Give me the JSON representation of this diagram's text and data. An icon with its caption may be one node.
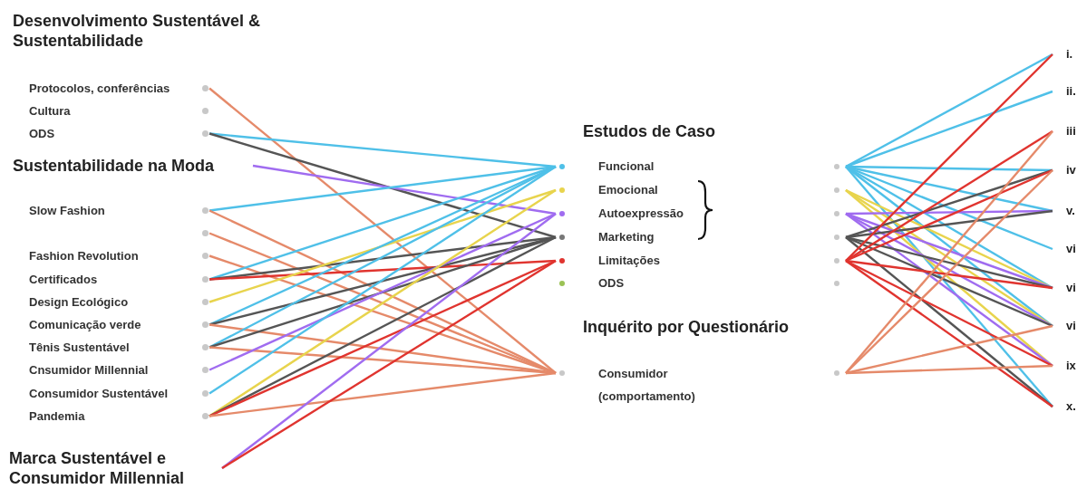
{
  "diagram": {
    "nodes": [
      {
        "text": [],
        "shape": "circle"
      },
      {
        "text": [],
        "shape": "circle"
      },
      {
        "text": [],
        "shape": "circle"
      },
      {
        "text": [
          "Sustentabilidade na Moda"
        ]
      },
      {
        "text": [],
        "shape": "circle"
      },
      {
        "text": [],
        "shape": "circle"
      },
      {
        "text": [],
        "shape": "circle"
      },
      {
        "text": [],
        "shape": "circle"
      },
      {
        "text": [],
        "shape": "circle"
      },
      {
        "text": [],
        "shape": "circle"
      },
      {
        "text": [],
        "shape": "circle"
      },
      {
        "text": [],
        "shape": "circle"
      },
      {
        "text": [],
        "shape": "circle"
      },
      {
        "text": [],
        "shape": "circle"
      },
      {
        "text": [
          "Marca Sustentável e Consumidor Millennial"
        ]
      },
      {
        "text": [
          "Funcional"
        ]
      },
      {
        "text": [
          "Emocional"
        ]
      },
      {
        "text": [
          "Autoexpressão"
        ]
      },
      {
        "text": [
          "Marketing"
        ]
      },
      {
        "text": [
          "Limitações"
        ]
      },
      {
        "text": [
          "ODS"
        ]
      },
      {
        "text": [
          "Consumidor (comportamento)"
        ]
      },
      {
        "text": [
          "i."
        ]
      },
      {
        "text": [
          "ii."
        ]
      },
      {
        "text": [
          "iii"
        ]
      },
      {
        "text": [
          "iv"
        ]
      },
      {
        "text": [
          "v."
        ]
      },
      {
        "text": [
          "vi"
        ]
      },
      {
        "text": [
          "vi"
        ]
      },
      {
        "text": [
          "vi"
        ]
      },
      {
        "text": [
          "ix"
        ]
      },
      {
        "text": [
          "x."
        ]
      }
    ],
    "edges": [
      {
        "from": 0,
        "to": 21,
        "arrow": "none",
        "color": "#e58a6a"
      },
      {
        "from": 2,
        "to": 15,
        "arrow": "none",
        "color": "#4fc0e8"
      },
      {
        "from": 2,
        "to": 18,
        "arrow": "none",
        "color": "#555555"
      },
      {
        "from": 3,
        "to": 17,
        "arrow": "none",
        "color": "#a06cf0"
      },
      {
        "from": 4,
        "to": 15,
        "arrow": "none",
        "color": "#4fc0e8"
      },
      {
        "from": 4,
        "to": 21,
        "arrow": "none",
        "color": "#e58a6a"
      },
      {
        "from": 5,
        "to": 21,
        "arrow": "none",
        "color": "#e58a6a"
      },
      {
        "from": 6,
        "to": 21,
        "arrow": "none",
        "color": "#e58a6a"
      },
      {
        "from": 7,
        "to": 15,
        "arrow": "none",
        "color": "#4fc0e8"
      },
      {
        "from": 7,
        "to": 18,
        "arrow": "none",
        "color": "#555555"
      },
      {
        "from": 7,
        "to": 19,
        "arrow": "none",
        "color": "#e0342f"
      },
      {
        "from": 8,
        "to": 16,
        "arrow": "none",
        "color": "#e8d44d"
      },
      {
        "from": 9,
        "to": 15,
        "arrow": "none",
        "color": "#4fc0e8"
      },
      {
        "from": 9,
        "to": 18,
        "arrow": "none",
        "color": "#555555"
      },
      {
        "from": 9,
        "to": 21,
        "arrow": "none",
        "color": "#e58a6a"
      },
      {
        "from": 10,
        "to": 15,
        "arrow": "none",
        "color": "#4fc0e8"
      },
      {
        "from": 10,
        "to": 18,
        "arrow": "none",
        "color": "#555555"
      },
      {
        "from": 10,
        "to": 21,
        "arrow": "none",
        "color": "#e58a6a"
      },
      {
        "from": 11,
        "to": 17,
        "arrow": "none",
        "color": "#a06cf0"
      },
      {
        "from": 12,
        "to": 15,
        "arrow": "none",
        "color": "#4fc0e8"
      },
      {
        "from": 13,
        "to": 16,
        "arrow": "none",
        "color": "#e8d44d"
      },
      {
        "from": 13,
        "to": 18,
        "arrow": "none",
        "color": "#555555"
      },
      {
        "from": 13,
        "to": 19,
        "arrow": "none",
        "color": "#e0342f"
      },
      {
        "from": 13,
        "to": 21,
        "arrow": "none",
        "color": "#e58a6a"
      },
      {
        "from": 14,
        "to": 17,
        "arrow": "none",
        "color": "#a06cf0"
      },
      {
        "from": 14,
        "to": 19,
        "arrow": "none",
        "color": "#e0342f"
      },
      {
        "from": 15,
        "to": 22,
        "arrow": "none",
        "color": "#4fc0e8"
      },
      {
        "from": 15,
        "to": 23,
        "arrow": "none",
        "color": "#4fc0e8"
      },
      {
        "from": 15,
        "to": 25,
        "arrow": "none",
        "color": "#4fc0e8"
      },
      {
        "from": 15,
        "to": 26,
        "arrow": "none",
        "color": "#4fc0e8"
      },
      {
        "from": 15,
        "to": 27,
        "arrow": "none",
        "color": "#4fc0e8"
      },
      {
        "from": 15,
        "to": 28,
        "arrow": "none",
        "color": "#4fc0e8"
      },
      {
        "from": 15,
        "to": 29,
        "arrow": "none",
        "color": "#4fc0e8"
      },
      {
        "from": 15,
        "to": 31,
        "arrow": "none",
        "color": "#4fc0e8"
      },
      {
        "from": 16,
        "to": 28,
        "arrow": "none",
        "color": "#e8d44d"
      },
      {
        "from": 16,
        "to": 29,
        "arrow": "none",
        "color": "#e8d44d"
      },
      {
        "from": 16,
        "to": 30,
        "arrow": "none",
        "color": "#e8d44d"
      },
      {
        "from": 17,
        "to": 26,
        "arrow": "none",
        "color": "#a06cf0"
      },
      {
        "from": 17,
        "to": 28,
        "arrow": "none",
        "color": "#a06cf0"
      },
      {
        "from": 17,
        "to": 29,
        "arrow": "none",
        "color": "#a06cf0"
      },
      {
        "from": 17,
        "to": 30,
        "arrow": "none",
        "color": "#a06cf0"
      },
      {
        "from": 18,
        "to": 25,
        "arrow": "none",
        "color": "#555555"
      },
      {
        "from": 18,
        "to": 26,
        "arrow": "none",
        "color": "#555555"
      },
      {
        "from": 18,
        "to": 28,
        "arrow": "none",
        "color": "#555555"
      },
      {
        "from": 18,
        "to": 29,
        "arrow": "none",
        "color": "#555555"
      },
      {
        "from": 18,
        "to": 31,
        "arrow": "none",
        "color": "#555555"
      },
      {
        "from": 19,
        "to": 22,
        "arrow": "none",
        "color": "#e0342f"
      },
      {
        "from": 19,
        "to": 24,
        "arrow": "none",
        "color": "#e0342f"
      },
      {
        "from": 19,
        "to": 25,
        "arrow": "none",
        "color": "#e0342f"
      },
      {
        "from": 19,
        "to": 28,
        "arrow": "none",
        "color": "#e0342f"
      },
      {
        "from": 19,
        "to": 30,
        "arrow": "none",
        "color": "#e0342f"
      },
      {
        "from": 19,
        "to": 31,
        "arrow": "none",
        "color": "#e0342f"
      },
      {
        "from": 21,
        "to": 24,
        "arrow": "none",
        "color": "#e58a6a"
      },
      {
        "from": 21,
        "to": 25,
        "arrow": "none",
        "color": "#e58a6a"
      },
      {
        "from": 21,
        "to": 29,
        "arrow": "none",
        "color": "#e58a6a"
      },
      {
        "from": 21,
        "to": 30,
        "arrow": "none",
        "color": "#e58a6a"
      }
    ],
    "labels": [
      "Desenvolvimento Sustentável & Sustentabilidade",
      "Protocolos, conferências",
      "Cultura",
      "ODS",
      "Slow Fashion",
      "Fashion Revolution",
      "Certificados",
      "Design Ecológico",
      "Comunicação verde",
      "Tênis Sustentável",
      "Cnsumidor Millennial",
      "Consumidor Sustentável",
      "Pandemia",
      "Estudos de Caso",
      "Inquérito por Questionário"
    ]
  }
}
